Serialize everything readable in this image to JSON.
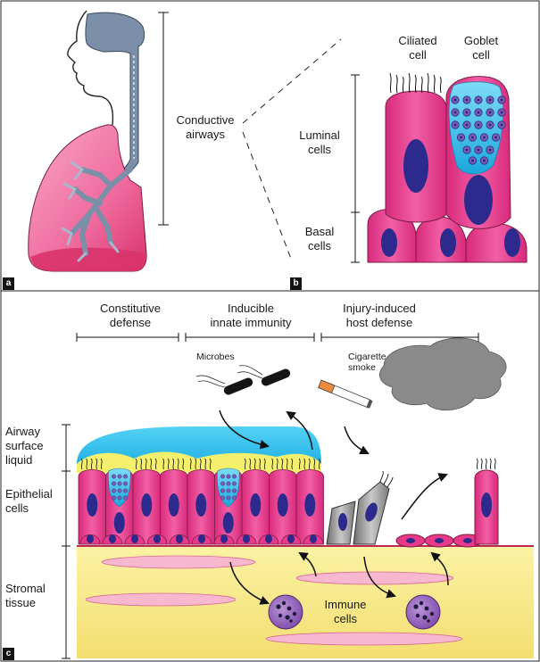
{
  "panel_a": {
    "tag": "a",
    "conductive_airways": "Conductive\nairways"
  },
  "panel_b": {
    "tag": "b",
    "ciliated_cell": "Ciliated\ncell",
    "goblet_cell": "Goblet\ncell",
    "luminal_cells": "Luminal\ncells",
    "basal_cells": "Basal\ncells"
  },
  "panel_c": {
    "tag": "c",
    "constitutive_defense": "Constitutive\ndefense",
    "inducible_innate": "Inducible\ninnate immunity",
    "injury_induced": "Injury-induced\nhost defense",
    "microbes": "Microbes",
    "cigarette_smoke": "Cigarette\nsmoke",
    "airway_surface_liquid": "Airway\nsurface\nliquid",
    "epithelial_cells": "Epithelial\ncells",
    "stromal_tissue": "Stromal\ntissue",
    "immune_cells": "Immune\ncells"
  },
  "colors": {
    "airway": "#7b8fa8",
    "lung": "#f06fa0",
    "cell_magenta": "#e8398a",
    "nucleus": "#2c2a8c",
    "goblet_blue": "#35c2ee",
    "asl_blue": "#3cc8f0",
    "mucus_yellow": "#f5ef6e",
    "stroma": "#f8ec8c",
    "immune_purple": "#8e58b8",
    "smoke_gray": "#8a8a8a"
  }
}
